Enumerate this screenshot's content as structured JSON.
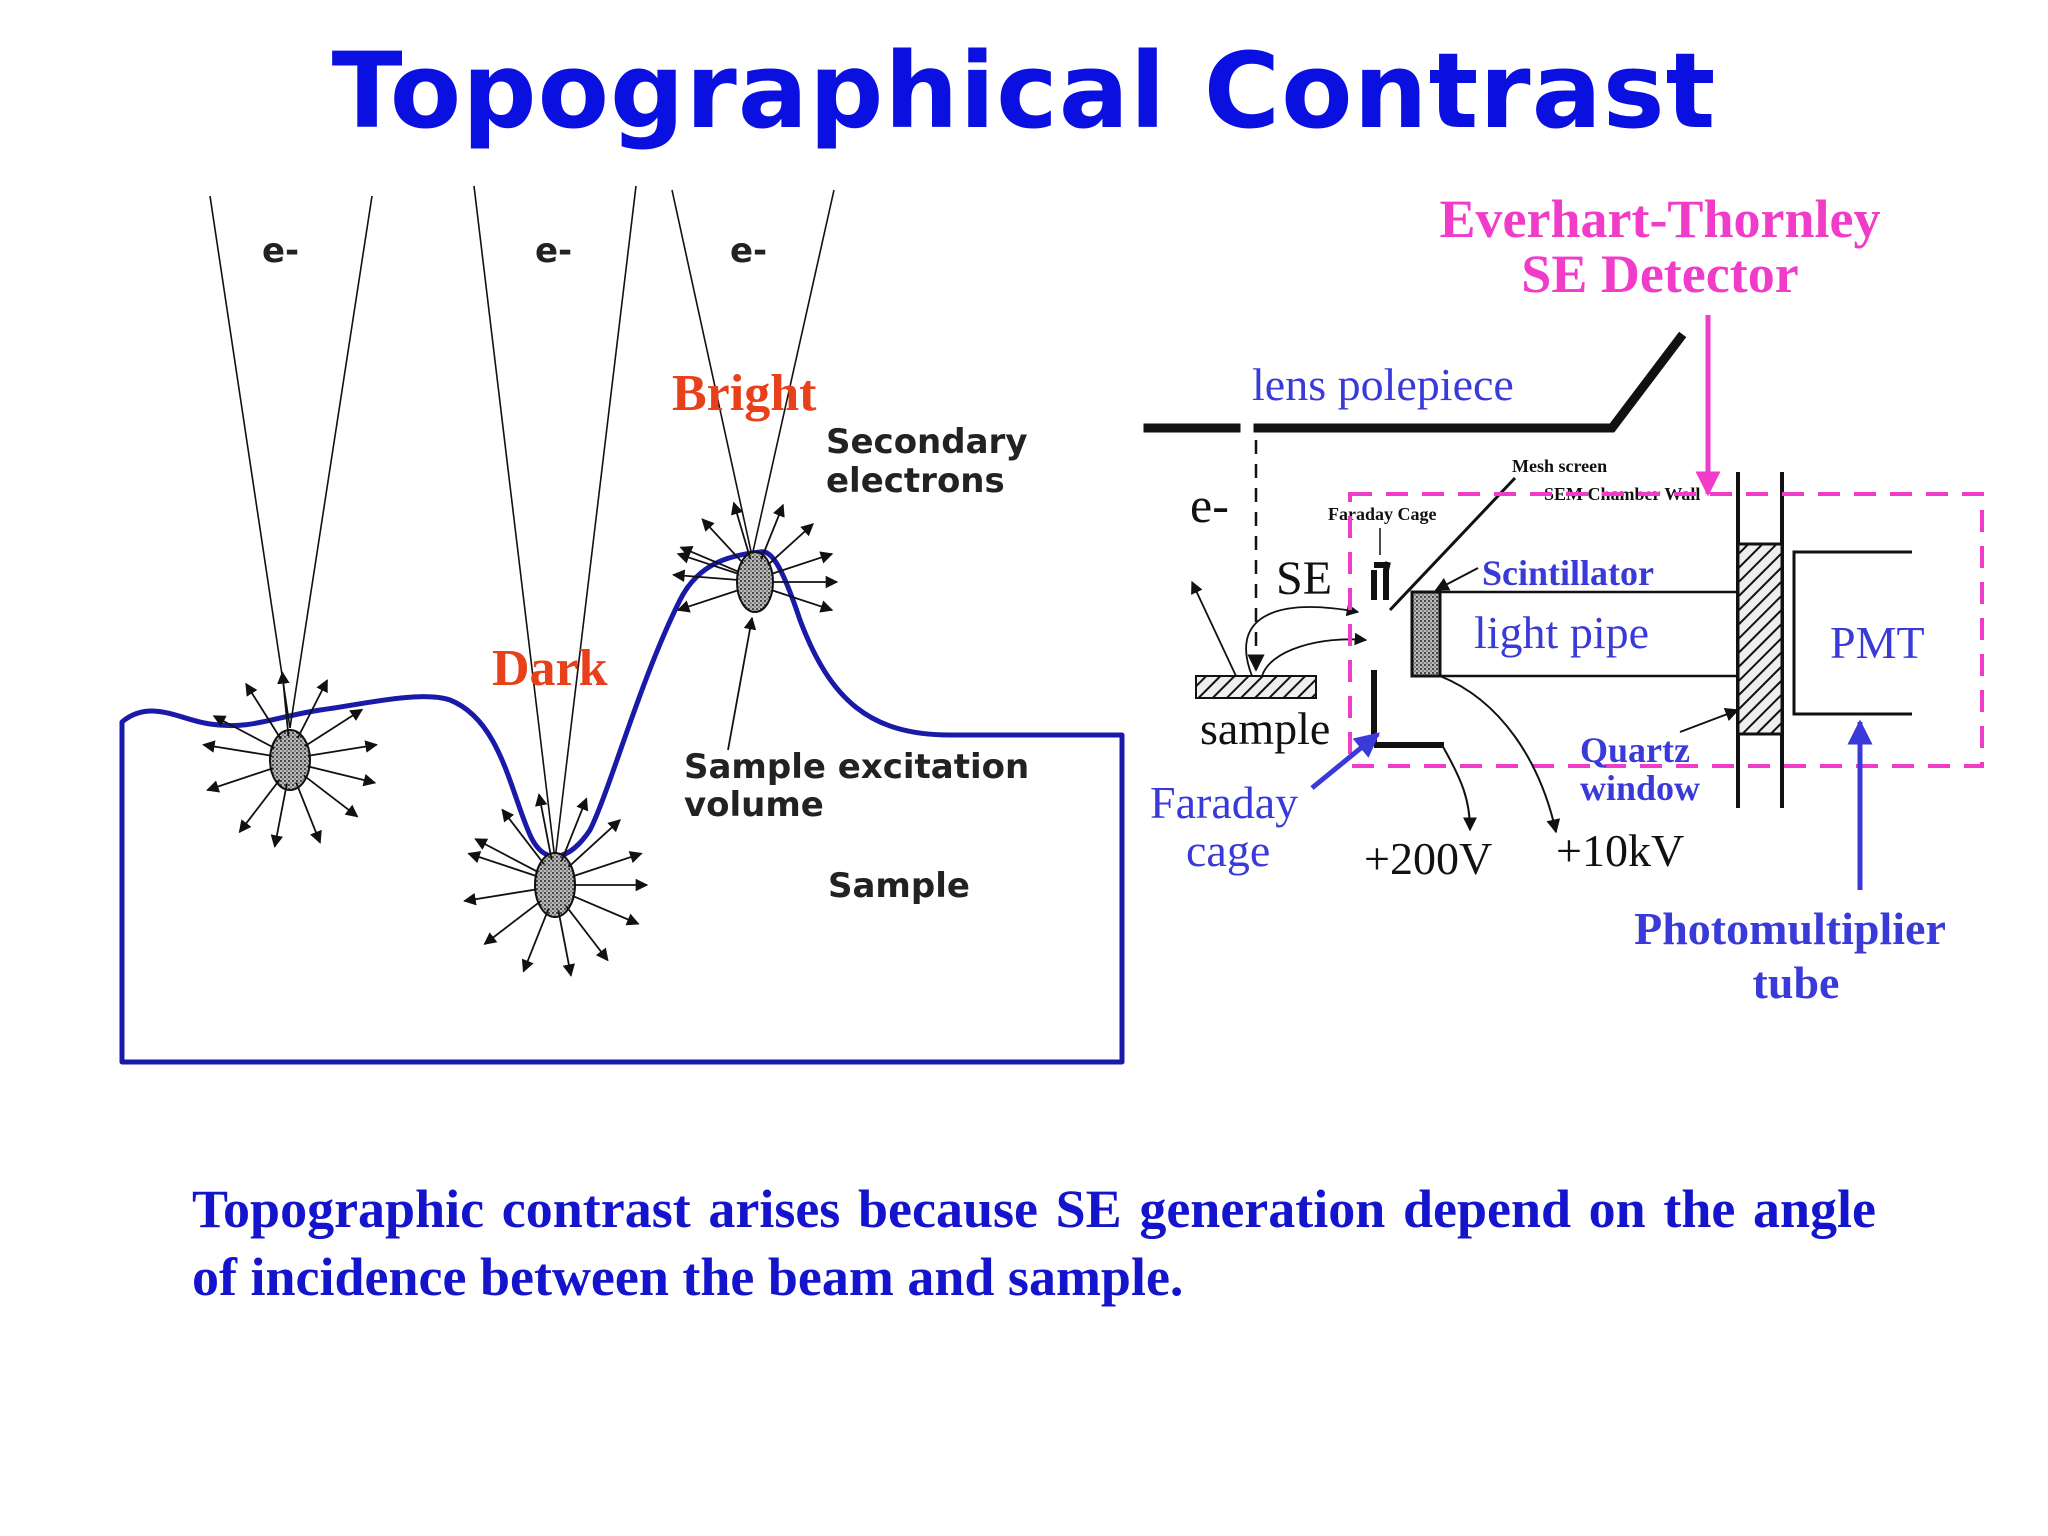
{
  "slide": {
    "title": "Topographical Contrast",
    "caption": "Topographic contrast arises because SE generation depend on the angle of incidence between the beam and sample."
  },
  "left_diagram": {
    "beam_labels": [
      "e-",
      "e-",
      "e-"
    ],
    "bright_label": "Bright",
    "dark_label": "Dark",
    "secondary_electrons_label": [
      "Secondary",
      "electrons"
    ],
    "excitation_volume_label": [
      "Sample excitation",
      "volume"
    ],
    "sample_label": "Sample"
  },
  "right_diagram": {
    "detector_title": [
      "Everhart-Thornley",
      "SE Detector"
    ],
    "lens_polepiece_label": "lens polepiece",
    "electron_label": "e-",
    "se_label": "SE",
    "sample_label": "sample",
    "faraday_cage_label": [
      "Faraday",
      "cage"
    ],
    "faraday_cage_small": "Faraday Cage",
    "mesh_screen_label": "Mesh screen",
    "chamber_wall_label": "SEM Chamber Wall",
    "scintillator_label": "Scintillator",
    "light_pipe_label": "light pipe",
    "pmt_label": "PMT",
    "quartz_window_label": [
      "Quartz",
      "window"
    ],
    "voltage_200": "+200V",
    "voltage_10k": "+10kV",
    "photomultiplier_label": [
      "Photomultiplier",
      "tube"
    ]
  },
  "colors": {
    "title": "#0a10e0",
    "sample_outline": "#1a1aa8",
    "bright_dark": "#e8401a",
    "detector_magenta": "#f03cc8",
    "label_blue": "#3a3ad8",
    "ink": "#111111"
  }
}
